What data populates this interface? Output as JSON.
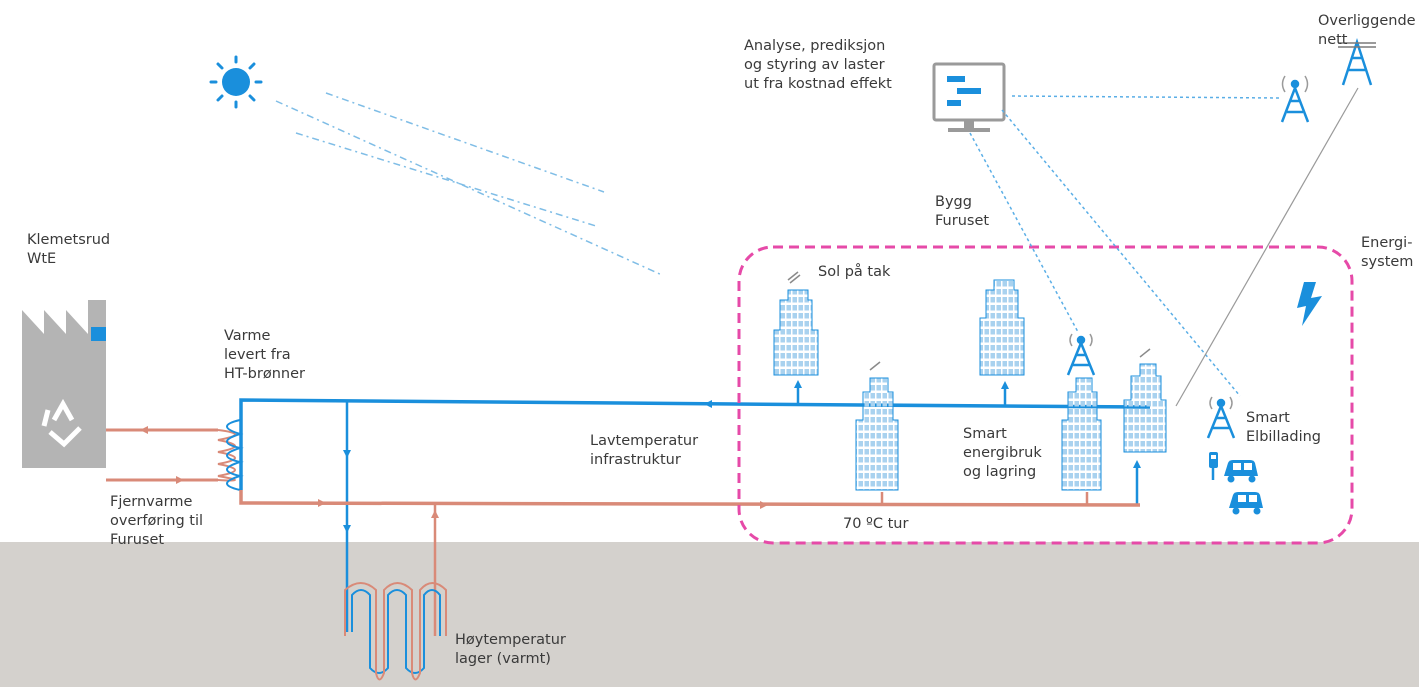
{
  "labels": {
    "klemetsrud": "Klemetsrud\nWtE",
    "varme_levert": "Varme\nlevert fra\nHT-brønner",
    "fjernvarme": "Fjernvarme\noverføring til\nFuruset",
    "lavtemperatur": "Lavtemperatur\ninfrastruktur",
    "hoytemperatur": "Høytemperatur\nlager (varmt)",
    "analyse": "Analyse, prediksjon\nog styring av laster\nut fra kostnad effekt",
    "overliggende": "Overliggende\nnett",
    "bygg_furuset": "Bygg\nFuruset",
    "energisystem": "Energi-\nsystem",
    "sol_pa_tak": "Sol på tak",
    "smart_energibruk": "Smart\nenergibruk\nog lagring",
    "smart_elbil": "Smart\nElbillading",
    "tur_70": "70 ºC tur"
  },
  "icons": [
    "sun-icon",
    "factory-icon",
    "recycle-icon",
    "heat-exchanger-icon",
    "monitor-icon",
    "tower-icon",
    "lightning-icon",
    "car-icon",
    "charger-icon",
    "building-icon"
  ],
  "colors": {
    "blue": "#1a8fdc",
    "warm": "#d98a78",
    "magenta": "#e64aa8",
    "ground": "#d4d1cd",
    "factory": "#b4b4b4"
  }
}
